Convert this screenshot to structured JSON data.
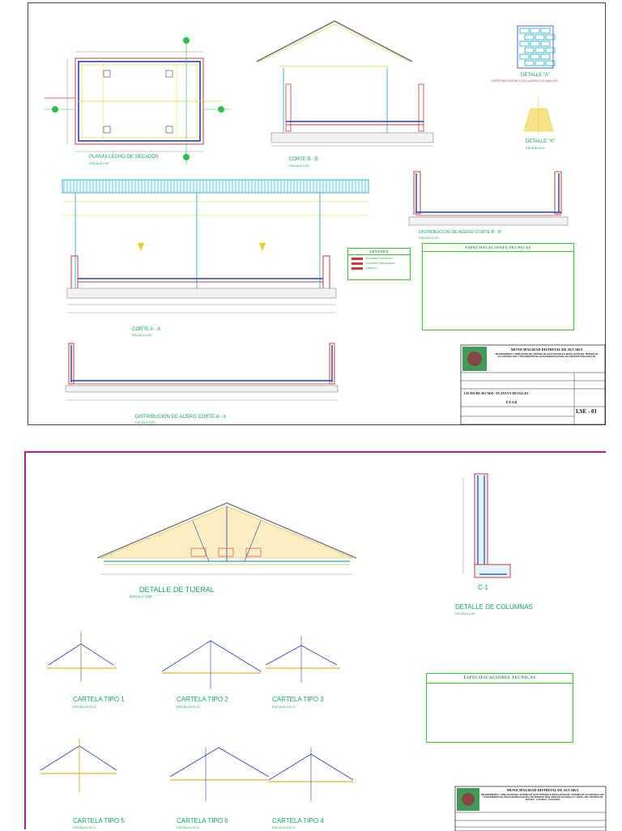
{
  "sheet1": {
    "views": {
      "plan": {
        "title": "PLANTA   LECHO DE SECADOS",
        "scale": "ESCALA   1/50"
      },
      "corte_bb": {
        "title": "CORTE   B - B",
        "scale": "ESCALA   1/25"
      },
      "detalle_a": {
        "title": "DETALLE \"A\"",
        "scale": "DISPOSICION DE LOS LADRILLOS BALLOS"
      },
      "detalle_x": {
        "title": "DETALLE \"X\"",
        "scale": "SIN ESCALA"
      },
      "dist_bb": {
        "title": "DISTRIBUCION DE ACERO  CORTE  B - B",
        "scale": "ESCALA   1/25"
      },
      "corte_aa": {
        "title": "CORTE   A - A",
        "scale": "ESCALA   1/25"
      },
      "dist_aa": {
        "title": "DISTRIBUCION DE ACERO  CORTE  A - A",
        "scale": "ESCALA   1/25"
      }
    },
    "legend": {
      "title": "LEYENDA",
      "items": [
        {
          "label": "CONCRETO CICLOPEO",
          "color": "#d0383c"
        },
        {
          "label": "CONCRETO REFORZADO",
          "color": "#d0383c"
        },
        {
          "label": "LADRILLO",
          "color": "#d0383c"
        }
      ]
    },
    "specs_title": "ESPECIFICACIONES TECNICAS",
    "titleblock": {
      "org": "MUNICIPALIDAD DISTRITAL DE AUCARA",
      "project": "MEJORAMIENTO Y AMPLIACION DEL SISTEMA DE AGUA POTABLE E INSTALACION DEL SISTEMA DE ALCANTARILLADO Y TRATAMIENTO DE AGUAS RESIDUALES EN LOS CENTROS POBLADOS DE",
      "sheet_name": "LECHO DE SECADO - PLANTA Y DETALLES",
      "subtitle": "P.T.A.R",
      "code": "LSE - 01"
    }
  },
  "sheet2": {
    "views": {
      "tijeral": {
        "title": "DETALLE  DE  TIJERAL",
        "scale": "ESCALA   1/25"
      },
      "c1": {
        "title": "C-1",
        "scale": ""
      },
      "columnas": {
        "title": "DETALLE DE COLUMNAS",
        "scale": "ESCALA   1/25"
      },
      "ct1": {
        "title": "CARTELA  TIPO  1",
        "scale": "ESCALA   1/12.5"
      },
      "ct2": {
        "title": "CARTELA  TIPO  2",
        "scale": "ESCALA   1/12.5"
      },
      "ct3": {
        "title": "CARTELA  TIPO  3",
        "scale": "ESCALA   1/12.5"
      },
      "ct5": {
        "title": "CARTELA  TIPO  5",
        "scale": "ESCALA   1/12.5"
      },
      "ct6": {
        "title": "CARTELA  TIPO  6",
        "scale": "ESCALA   1/12.5"
      },
      "ct4": {
        "title": "CARTELA  TIPO  4",
        "scale": "ESCALA   1/12.5"
      }
    },
    "specs_title": "ESPECIFICACIONES TECNICAS",
    "titleblock": {
      "org": "MUNICIPALIDAD DISTRITAL DE AUCARA",
      "project": "MEJORAMIENTO Y AMPLIACION DEL SISTEMA DE AGUA POTABLE E INSTALACION DEL SISTEMA DE ALCANTARILLADO Y TRATAMIENTO DE AGUAS RESIDUALES EN LOS CENTROS POBLADOS DE CHACRALLA Y SANTA ANA, DISTRITO DE AUCARA - LUCANAS - AYACUCHO"
    }
  },
  "colors": {
    "green": "#10a858",
    "red": "#d0383c",
    "blue": "#2040c0",
    "yellow": "#e8d020",
    "cyan": "#18a8c8",
    "magenta": "#c0189a"
  }
}
